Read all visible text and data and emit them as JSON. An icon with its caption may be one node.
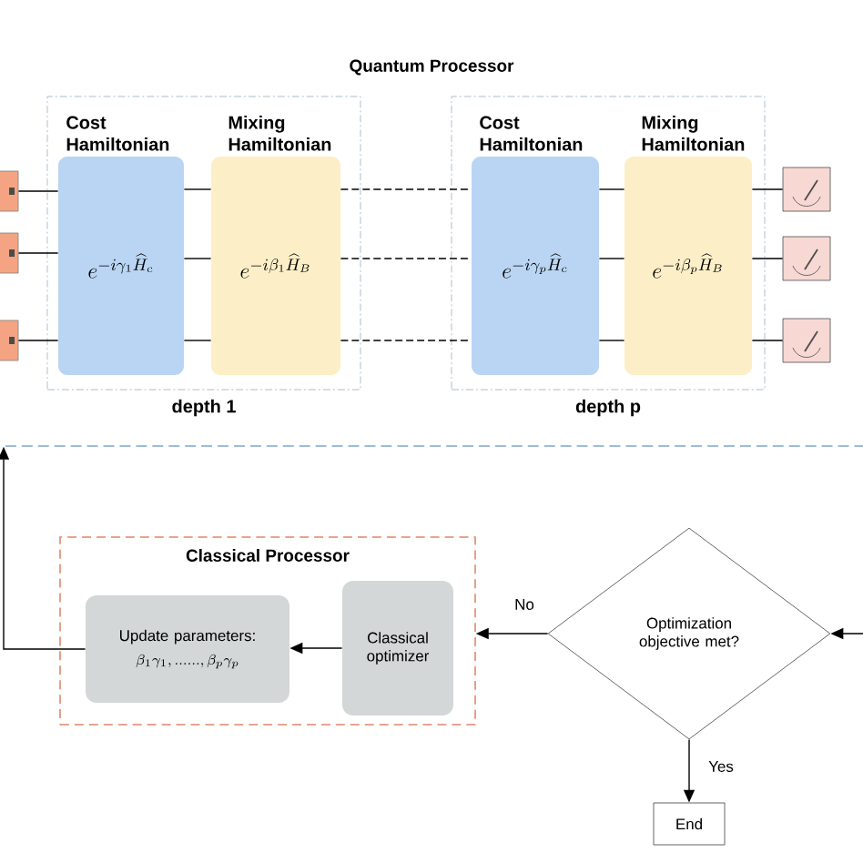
{
  "diagram": {
    "nodes": [
      {
        "text": [
          "Quantum Processor"
        ]
      },
      {
        "text": [
          "depth 1"
        ],
        "in": 0
      },
      {
        "text": [
          "Cost Hamiltonian",
          "e^{-i\\gamma_1\\widehat{H}_c}"
        ],
        "in": 1
      },
      {
        "text": [
          "Mixing Hamiltonian",
          "e^{-i\\beta_1\\widehat{H}_B}"
        ],
        "in": 1
      },
      {
        "text": [
          "depth p"
        ],
        "in": 0
      },
      {
        "text": [
          "Cost Hamiltonian",
          "e^{-i\\gamma_p\\widehat{H}_c}"
        ],
        "in": 4
      },
      {
        "text": [
          "Mixing Hamiltonian",
          "e^{-i\\beta_p\\widehat{H}_B}"
        ],
        "in": 4
      },
      {
        "text": [],
        "shape": "box",
        "in": 0
      },
      {
        "text": [],
        "shape": "box",
        "in": 0
      },
      {
        "text": [],
        "shape": "box",
        "in": 0
      },
      {
        "text": [],
        "shape": "meter",
        "in": 0
      },
      {
        "text": [],
        "shape": "meter",
        "in": 0
      },
      {
        "text": [],
        "shape": "meter",
        "in": 0
      },
      {
        "text": [
          "Optimization objective met?"
        ]
      },
      {
        "text": [
          "Classical Processor"
        ]
      },
      {
        "text": [
          "Update parameters:",
          "\\beta_1\\gamma_1,......,\\beta_p\\gamma_p"
        ],
        "in": 14
      },
      {
        "text": [
          "Classical optimizer"
        ],
        "in": 14
      },
      {
        "text": [
          "End"
        ]
      }
    ],
    "edges": [
      {
        "from": 7,
        "to": 2,
        "arrow": "none"
      },
      {
        "from": 8,
        "to": 2,
        "arrow": "none"
      },
      {
        "from": 9,
        "to": 2,
        "arrow": "none"
      },
      {
        "from": 2,
        "to": 3,
        "arrow": "none"
      },
      {
        "from": 2,
        "to": 3,
        "arrow": "none"
      },
      {
        "from": 2,
        "to": 3,
        "arrow": "none"
      },
      {
        "from": 3,
        "to": 5,
        "arrow": "none",
        "style": "dashed"
      },
      {
        "from": 3,
        "to": 5,
        "arrow": "none",
        "style": "dashed"
      },
      {
        "from": 3,
        "to": 5,
        "arrow": "none",
        "style": "dashed"
      },
      {
        "from": 5,
        "to": 6,
        "arrow": "none"
      },
      {
        "from": 5,
        "to": 6,
        "arrow": "none"
      },
      {
        "from": 5,
        "to": 6,
        "arrow": "none"
      },
      {
        "from": 6,
        "to": 10,
        "arrow": "none"
      },
      {
        "from": 6,
        "to": 11,
        "arrow": "none"
      },
      {
        "from": 6,
        "to": 12,
        "arrow": "none"
      },
      {
        "from": 13,
        "to": 14,
        "arrow": "to",
        "label": "No"
      },
      {
        "from": 16,
        "to": 15,
        "arrow": "to"
      },
      {
        "from": 15,
        "to": 0,
        "arrow": "to"
      },
      {
        "from": null,
        "to": 13,
        "arrow": "to"
      },
      {
        "from": 13,
        "to": 17,
        "arrow": "to",
        "label": "Yes"
      }
    ]
  }
}
